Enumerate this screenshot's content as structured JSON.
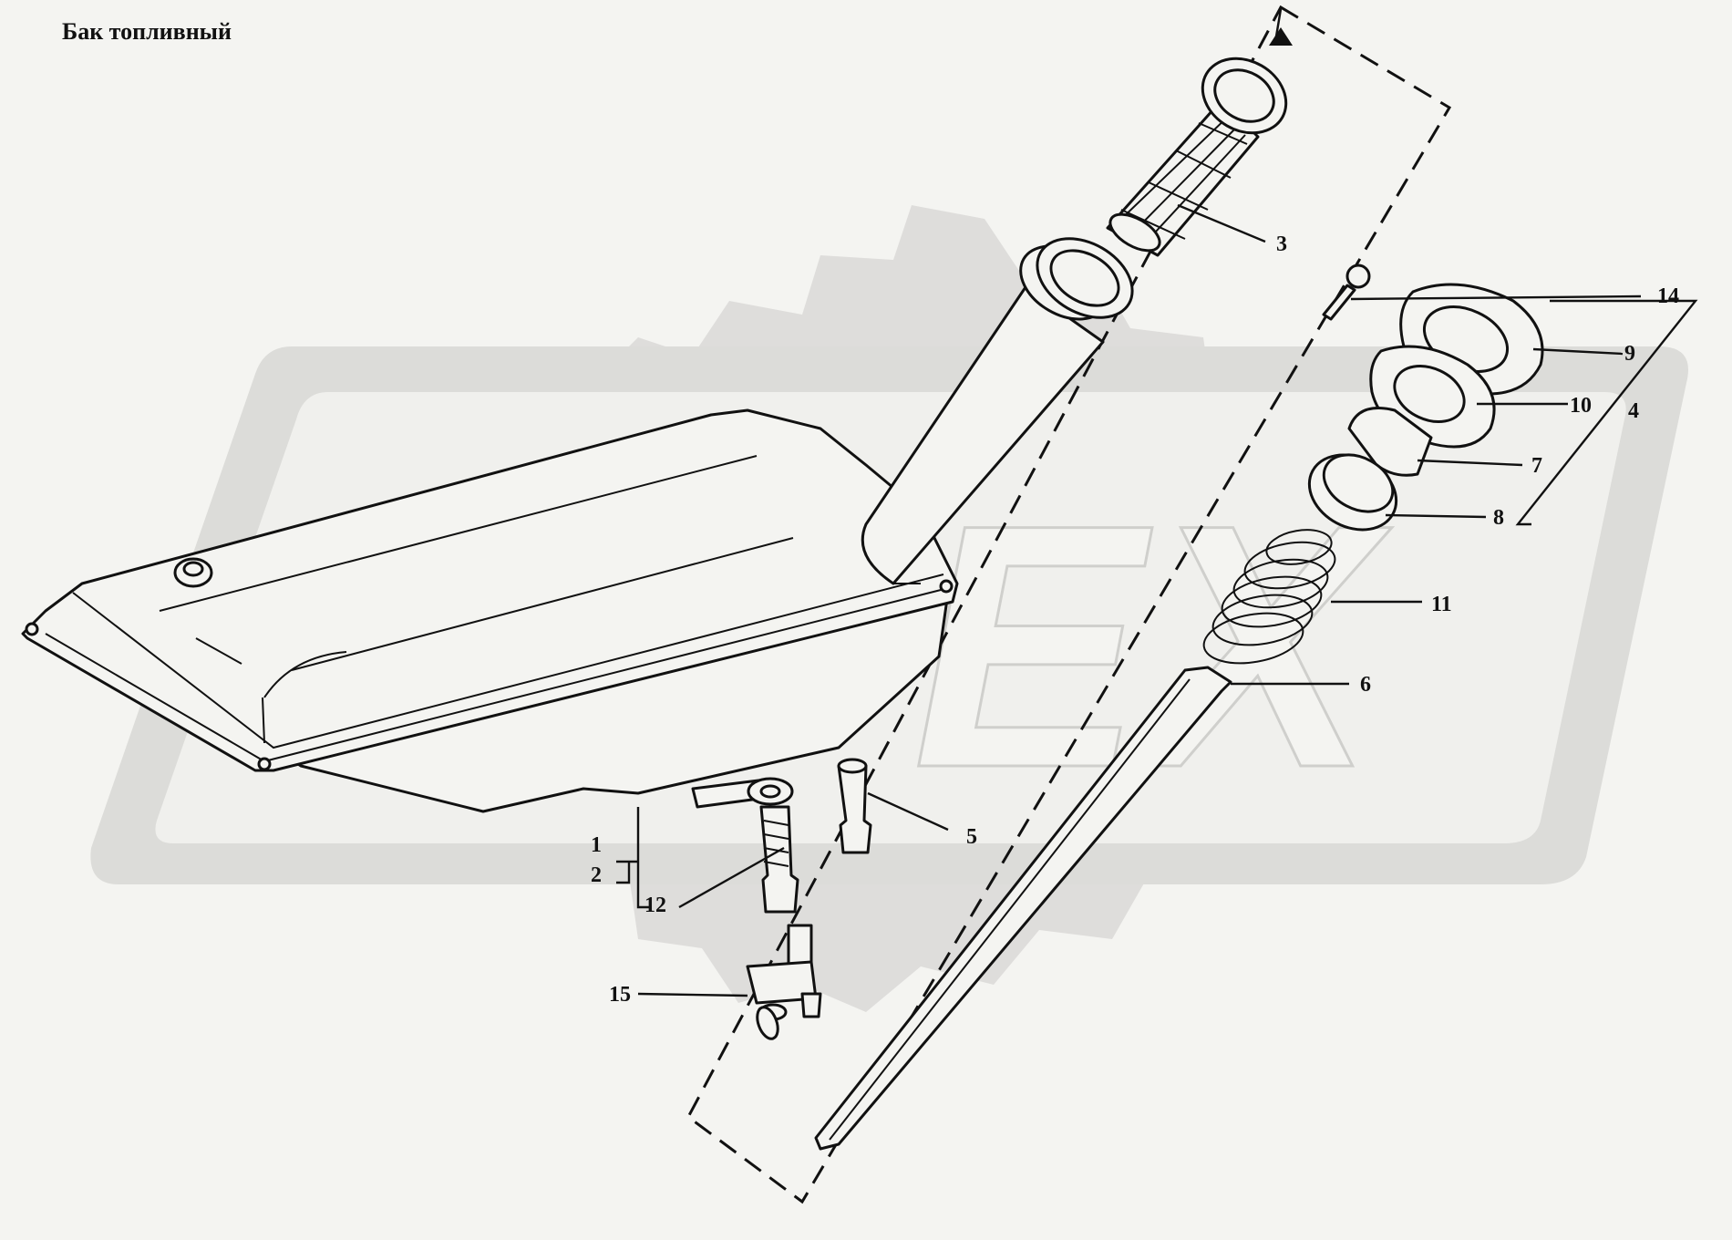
{
  "title": "Бак топливный",
  "watermark": {
    "text": "OPEX",
    "color": "#d9d9d6"
  },
  "callouts": [
    "1",
    "2",
    "3",
    "4",
    "5",
    "6",
    "7",
    "8",
    "9",
    "10",
    "11",
    "12",
    "14",
    "15"
  ]
}
